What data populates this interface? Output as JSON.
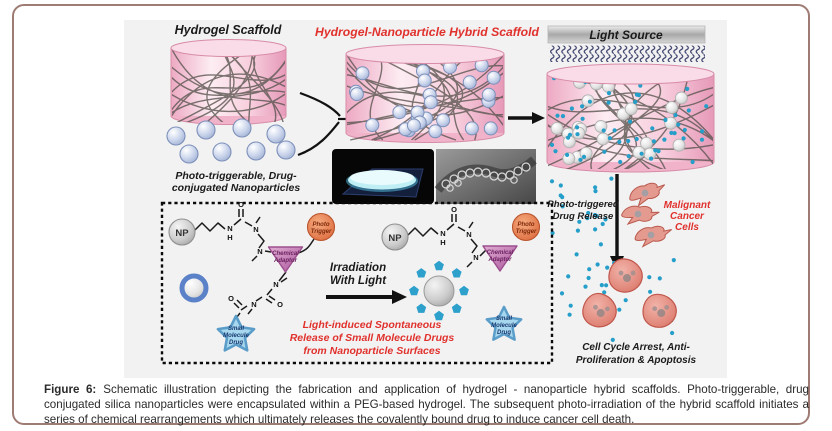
{
  "figure": {
    "top": {
      "hydrogel_label": "Hydrogel Scaffold",
      "hybrid_title": "Hydrogel-Nanoparticle Hybrid Scaffold",
      "light_source": "Light Source",
      "nanoparticle_label_line1": "Photo-triggerable, Drug-",
      "nanoparticle_label_line2": "conjugated Nanoparticles"
    },
    "reaction": {
      "np": "NP",
      "photo_trigger_line1": "Photo",
      "photo_trigger_line2": "Trigger",
      "adaptor_line1": "Chemical",
      "adaptor_line2": "Adaptor",
      "drug_line1": "Small",
      "drug_line2": "Molecule",
      "drug_line3": "Drug",
      "irradiation_line1": "Irradiation",
      "irradiation_line2": "With Light",
      "release_line1": "Light-induced Spontaneous",
      "release_line2": "Release of Small Molecule Drugs",
      "release_line3": "from Nanoparticle Surfaces",
      "atom_n": "N",
      "atom_o": "O",
      "atom_h": "H"
    },
    "right": {
      "photo_release_line1": "Photo-triggered",
      "photo_release_line2": "Drug Release",
      "malignant_line1": "Malignant",
      "malignant_line2": "Cancer",
      "malignant_line3": "Cells",
      "outcome_line1": "Cell Cycle Arrest, Anti-",
      "outcome_line2": "Proliferation & Apoptosis"
    }
  },
  "caption": {
    "label": "Figure 6:",
    "text": "Schematic illustration depicting the fabrication and application of hydrogel - nanoparticle hybrid scaffolds. Photo-triggerable, drug conjugated silica nanoparticles were encapsulated within a PEG-based hydrogel. The subsequent photo-irradiation of the hybrid scaffold initiates a series of chemical rearrangements which ultimately releases the covalently bound drug to induce cancer cell death."
  },
  "colors": {
    "accent_red": "#e0312d",
    "card_border": "#9e7b73",
    "hydrogel_pink": "#f6c3d4",
    "drug_dot_teal": "#259fc9",
    "trigger_orange": "#e8794e",
    "adaptor_purple": "#c276ae",
    "drug_star_blue": "#a6d7ef"
  }
}
